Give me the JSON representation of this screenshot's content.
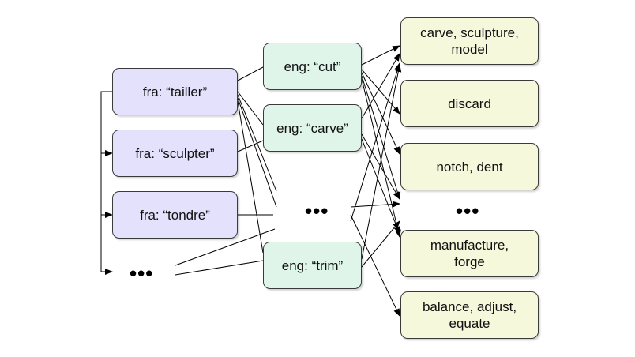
{
  "french": [
    {
      "label": "fra: “tailler”"
    },
    {
      "label": "fra: “sculpter”"
    },
    {
      "label": "fra: “tondre”"
    }
  ],
  "english": [
    {
      "label": "eng: “cut”"
    },
    {
      "label": "eng: “carve”"
    },
    {
      "label": "eng: “trim”"
    }
  ],
  "senses": [
    {
      "label": "carve, sculpture,\nmodel"
    },
    {
      "label": "discard"
    },
    {
      "label": "notch, dent"
    },
    {
      "label": "manufacture,\nforge"
    },
    {
      "label": "balance, adjust,\nequate"
    }
  ],
  "ellipsis": "•••"
}
